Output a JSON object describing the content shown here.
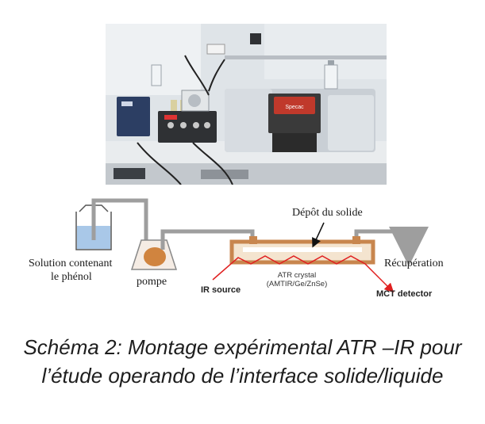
{
  "photo": {
    "instrument_labels": [
      "Specac"
    ],
    "colors": {
      "wall": "#dfe4e8",
      "bench": "#e9ecee",
      "instrument_body": "#c9cfd5",
      "controller": "#2f3134",
      "heater": "#2c3e63"
    }
  },
  "schematic": {
    "solution_label_line1": "Solution contenant",
    "solution_label_line2": "le phénol",
    "pump_label": "pompe",
    "deposit_label": "Dépôt du solide",
    "recovery_label": "Récupération",
    "ir_source_label": "IR source",
    "crystal_label_line1": "ATR crystal",
    "crystal_label_line2": "(AMTIR/Ge/ZnSe)",
    "detector_label": "MCT detector",
    "colors": {
      "tubing": "#9e9e9e",
      "cell_frame": "#c8864e",
      "cell_fill": "#f4e4cf",
      "ir_beam": "#e02020",
      "pump_roller": "#d0843f",
      "liquid": "#a9c8e8"
    }
  },
  "caption": {
    "line1": "Schéma 2: Montage expérimental ATR –IR pour",
    "line2": "l’étude operando  de l’interface solide/liquide"
  }
}
